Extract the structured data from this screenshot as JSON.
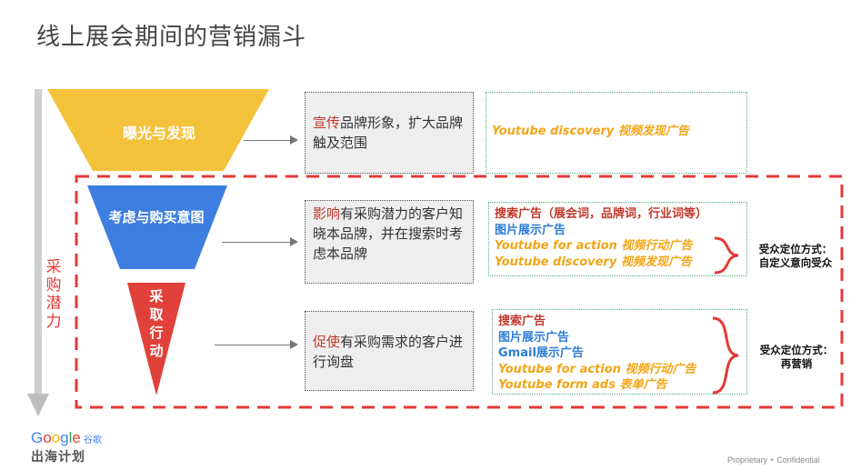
{
  "title": "线上展会期间的营销漏斗",
  "side_label": "采\n购\n潜\n力",
  "stages": [
    {
      "funnel_label": "曝光与发现",
      "desc_highlight": "宣传",
      "desc_rest": "品牌形象，扩大品牌触及范围",
      "ads": [
        {
          "text": "Youtube discovery 视频发现广告",
          "style": "orange"
        }
      ]
    },
    {
      "funnel_label": "考虑与购买意图",
      "desc_highlight": "影响",
      "desc_rest": "有采购潜力的客户知晓本品牌，并在搜索时考虑本品牌",
      "ads": [
        {
          "text": "搜索广告（展会词，品牌词，行业词等）",
          "style": "red"
        },
        {
          "text": "图片展示广告",
          "style": "blue"
        },
        {
          "text": "Youtube for action 视频行动广告",
          "style": "orange"
        },
        {
          "text": "Youtube discovery 视频发现广告",
          "style": "orange"
        }
      ],
      "targeting": "受众定位方式：\n自定义意向受众"
    },
    {
      "funnel_label": "采取行动",
      "desc_highlight": "促使",
      "desc_rest": "有采购需求的客户进行询盘",
      "ads": [
        {
          "text": "搜索广告",
          "style": "red"
        },
        {
          "text": "图片展示广告",
          "style": "blue"
        },
        {
          "text": "Gmail展示广告",
          "style": "blue"
        },
        {
          "text": "Youtube for action 视频行动广告",
          "style": "orange"
        },
        {
          "text": "Youtube form ads 表单广告",
          "style": "orange"
        }
      ],
      "targeting": "受众定位方式：\n再营销"
    }
  ],
  "brand": {
    "google": [
      "G",
      "o",
      "o",
      "g",
      "l",
      "e"
    ],
    "google_colors": [
      "#4285F4",
      "#EA4335",
      "#FBBC05",
      "#4285F4",
      "#34A853",
      "#EA4335"
    ],
    "cn_name": "谷歌",
    "program": "出海计划"
  },
  "footer": "Proprietary + Confidential",
  "colors": {
    "stage1": "#f4c23a",
    "stage2": "#3d7ee0",
    "stage3": "#e0413a",
    "dashed_frame": "#e53935"
  }
}
